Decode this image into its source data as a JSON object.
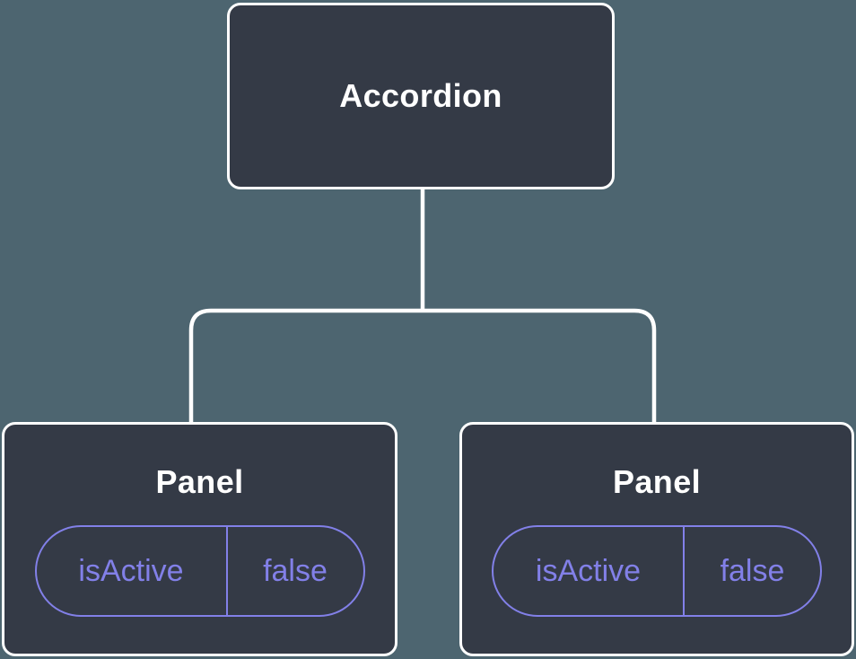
{
  "colors": {
    "background": "#4D6570",
    "node_fill": "#343A46",
    "node_border": "#FFFFFF",
    "connector": "#FFFFFF",
    "node_label": "#FFFFFF",
    "state_accent": "#8280E8"
  },
  "tree": {
    "root": {
      "label": "Accordion"
    },
    "children": [
      {
        "label": "Panel",
        "state": {
          "name": "isActive",
          "value": "false"
        }
      },
      {
        "label": "Panel",
        "state": {
          "name": "isActive",
          "value": "false"
        }
      }
    ]
  }
}
